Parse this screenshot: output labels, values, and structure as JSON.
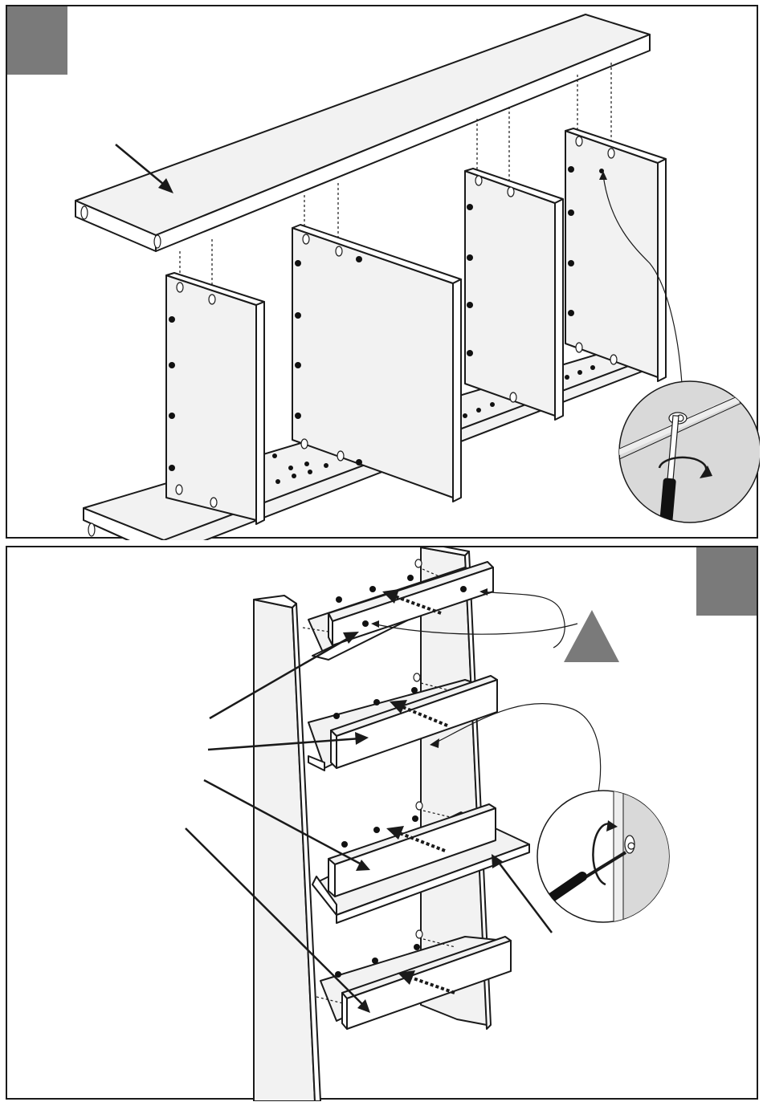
{
  "document": {
    "kind": "assembly-instructions",
    "steps": [
      {
        "id": "step-1",
        "badge_color": "#7a7a7a",
        "tools": [
          "screwdriver-icon"
        ],
        "parts": [
          "top-board",
          "side-panel",
          "side-panel",
          "divider-panel",
          "divider-panel",
          "bottom-board"
        ]
      },
      {
        "id": "step-2",
        "badge_color": "#7a7a7a",
        "tools": [
          "screwdriver-icon"
        ],
        "parts": [
          "side-panel",
          "shelf",
          "shelf",
          "shelf",
          "shelf",
          "back-rail",
          "back-rail",
          "back-rail",
          "back-rail"
        ],
        "warning": "warning-triangle-icon"
      }
    ]
  },
  "colors": {
    "line": "#1a1a1a",
    "board_fill": "#f2f2f2",
    "badge": "#7a7a7a",
    "detail_fill": "#d9d9d9"
  }
}
